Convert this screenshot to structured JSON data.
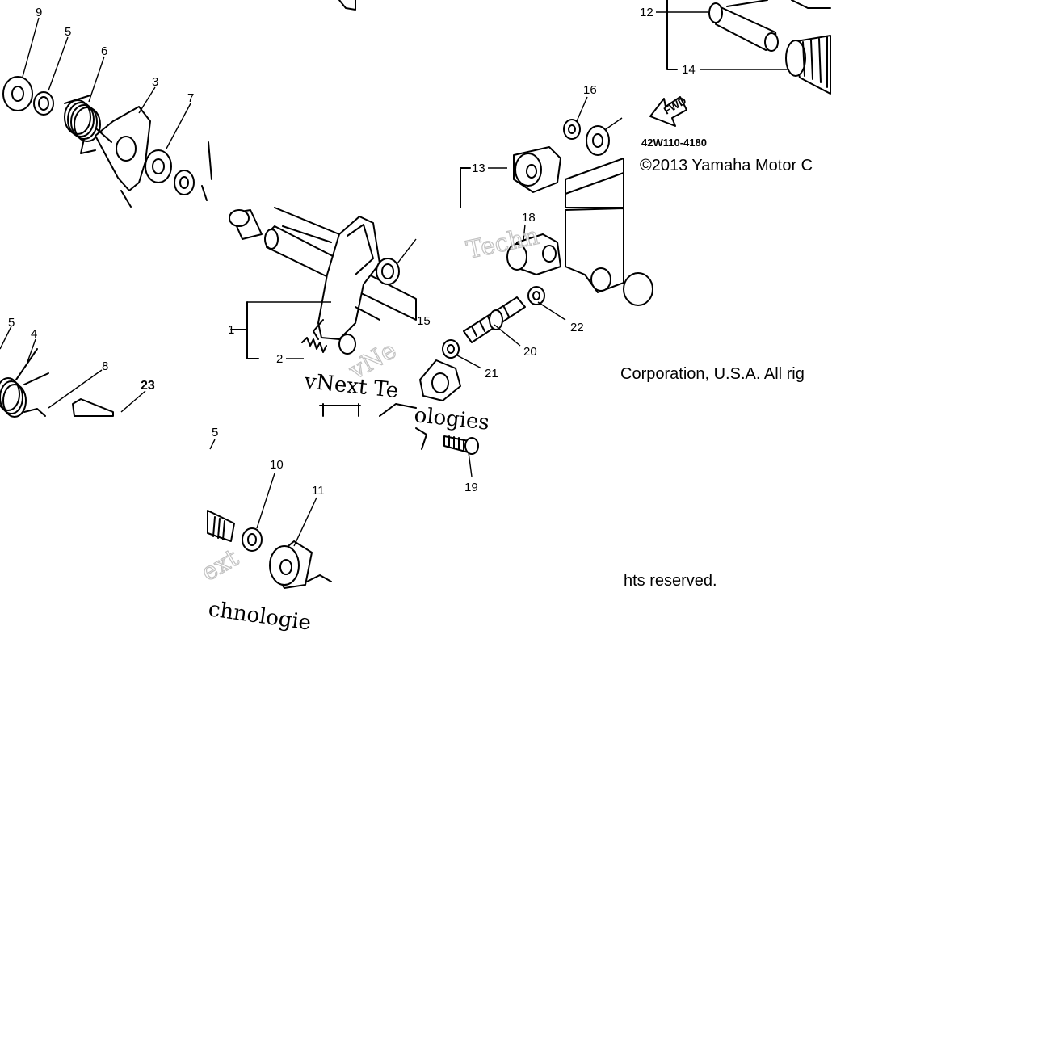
{
  "diagram": {
    "copyright_line_1": "©2013 Yamaha Motor C",
    "copyright_line_2": "Corporation, U.S.A. All rig",
    "copyright_line_3": "hts reserved.",
    "figure_code": "42W110-4180",
    "fwd_label": "FWD",
    "watermark_1": "Techn",
    "watermark_2": "vNext Te",
    "watermark_3": "vNe",
    "watermark_4": "ologies",
    "watermark_5": "ext",
    "watermark_6": "chnologie",
    "part_numbers": {
      "p9": "9",
      "p5a": "5",
      "p6": "6",
      "p3": "3",
      "p7": "7",
      "p16": "16",
      "p12": "12",
      "p14": "14",
      "p13": "13",
      "p18": "18",
      "p15": "15",
      "p1": "1",
      "p2": "2",
      "p22": "22",
      "p20": "20",
      "p21": "21",
      "p5b": "5",
      "p4": "4",
      "p8": "8",
      "p23": "23",
      "p19": "19",
      "p5c": "5",
      "p10": "10",
      "p11": "11"
    }
  }
}
